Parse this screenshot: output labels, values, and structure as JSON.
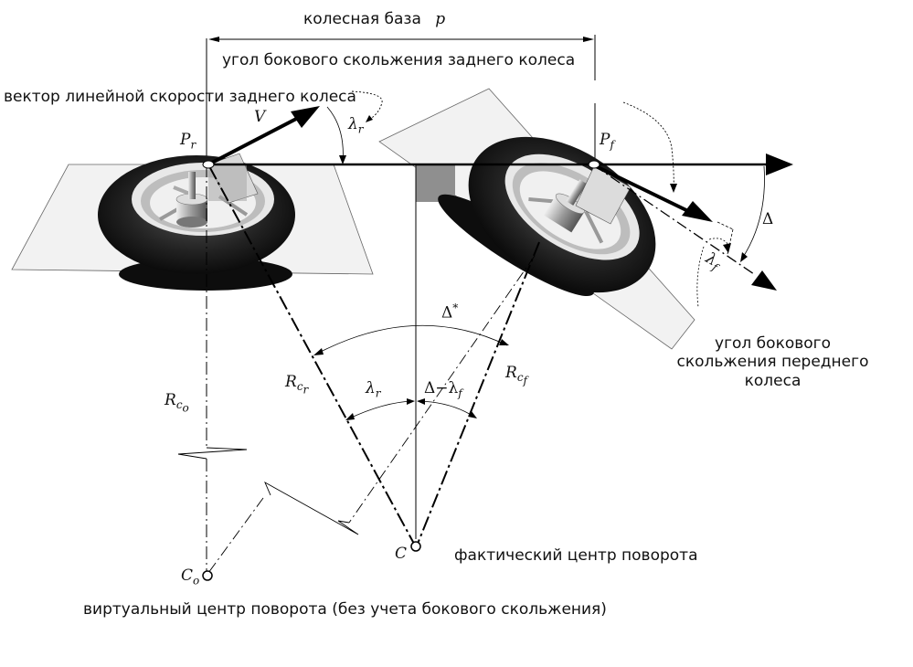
{
  "diagram": {
    "title": "Кинематика поворота с учетом бокового скольжения",
    "labels": {
      "wheelbase": "колесная база",
      "wheelbase_symbol": "p",
      "rear_slip_angle": "угол бокового скольжения заднего колеса",
      "rear_velocity_vector": "вектор линейной скорости заднего колеса",
      "front_slip_angle_line1": "угол бокового",
      "front_slip_angle_line2": "скольжения переднего",
      "front_slip_angle_line3": "колеса",
      "actual_center": "фактический центр поворота",
      "virtual_center": "виртуальный центр поворота (без учета бокового скольжения)"
    },
    "symbols": {
      "velocity": "V",
      "rear_point_base": "P",
      "rear_point_sub": "r",
      "front_point_base": "P",
      "front_point_sub": "f",
      "lambda_r_base": "λ",
      "lambda_r_sub": "r",
      "lambda_f_base": "λ",
      "lambda_f_sub": "f",
      "delta": "Δ",
      "delta_star_base": "Δ",
      "delta_star_sup": "*",
      "delta_minus_lambda_f": "Δ−λ",
      "delta_minus_lambda_f_sub": "f",
      "r_cr_base": "R",
      "r_cr_sub": "c",
      "r_cr_subsub": "r",
      "r_cf_base": "R",
      "r_cf_sub": "c",
      "r_cf_subsub": "f",
      "r_co_base": "R",
      "r_co_sub": "c",
      "r_co_subsub": "o",
      "c_actual": "C",
      "c_virtual_base": "C",
      "c_virtual_sub": "o"
    },
    "colors": {
      "line": "#000000",
      "plane": "#f2f2f2",
      "tire": "#1a1a1a",
      "square": "#8f8f8f"
    }
  }
}
